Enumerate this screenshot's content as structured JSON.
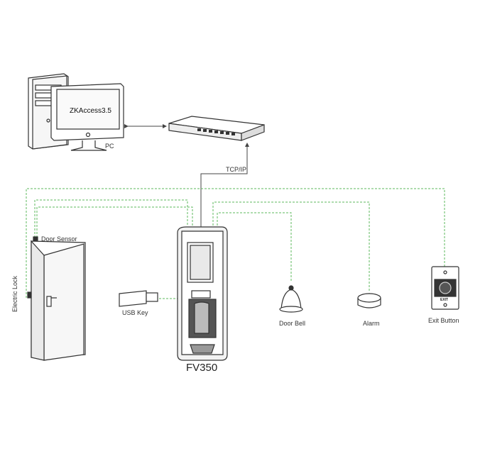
{
  "labels": {
    "zkaccess": "ZKAccess3.5",
    "pc": "PC",
    "tcpip": "TCP/IP",
    "door_sensor": "Door Sensor",
    "electric_lock": "Electric Lock",
    "usb_key": "USB Key",
    "door_bell": "Door Bell",
    "alarm": "Alarm",
    "exit_button": "Exit Button",
    "device": "FV350",
    "exit_small": "EXIT"
  },
  "colors": {
    "line": "#222222",
    "wire_green": "#5cb85c",
    "outline": "#333333"
  }
}
